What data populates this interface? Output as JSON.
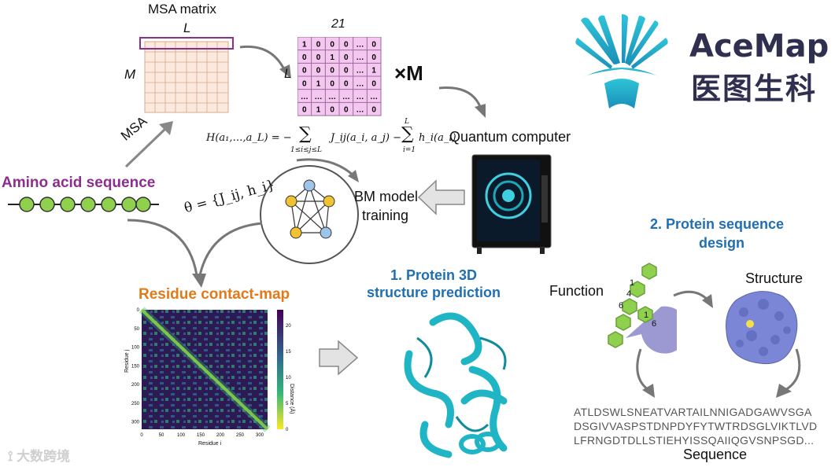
{
  "msa": {
    "matrix_label": "MSA matrix",
    "dim_L": "L",
    "dim_M": "M",
    "dim_21": "21",
    "row_label_L": "L",
    "times_M": "×M",
    "arrow_label": "MSA",
    "onehot_rows": [
      [
        "1",
        "0",
        "0",
        "0",
        "…",
        "0"
      ],
      [
        "0",
        "0",
        "1",
        "0",
        "…",
        "0"
      ],
      [
        "0",
        "0",
        "0",
        "0",
        "…",
        "1"
      ],
      [
        "0",
        "1",
        "0",
        "0",
        "…",
        "0"
      ],
      [
        "…",
        "…",
        "…",
        "…",
        "…",
        "…"
      ],
      [
        "0",
        "1",
        "0",
        "0",
        "…",
        "0"
      ]
    ]
  },
  "formula": {
    "lhs": "H(a₁,…,a_L) = −",
    "sum1_top": "",
    "sum1_bottom": "1≤i≤j≤L",
    "term1": "J_ij(a_i, a_j) −",
    "sum2_top": "L",
    "sum2_bottom": "i=1",
    "term2": "h_i(a_i)"
  },
  "quantum_label": "Quantum computer",
  "amino_label": "Amino acid sequence",
  "theta_label": "θ = {J_ij, h_i}",
  "bm_label_line1": "BM model",
  "bm_label_line2": "training",
  "contact_map": {
    "title": "Residue contact-map",
    "xlabel": "Residue i",
    "ylabel": "Residue j",
    "colorbar_label": "Distance (Å)",
    "x_ticks": [
      "0",
      "50",
      "100",
      "150",
      "200",
      "250",
      "300"
    ],
    "y_ticks": [
      "0",
      "50",
      "100",
      "150",
      "200",
      "250",
      "300"
    ],
    "cbar_ticks": [
      "0",
      "5",
      "10",
      "15",
      "20"
    ]
  },
  "task1_line1": "1. Protein 3D",
  "task1_line2": "structure prediction",
  "task2_line1": "2. Protein sequence",
  "task2_line2": "design",
  "function_label": "Function",
  "structure_label": "Structure",
  "sequence_label": "Sequence",
  "sequence_lines": [
    "ATLDSWLSNEATVARTAILNNIGADGAWVSGA",
    "DSGIVVASPSTDNPDYFYTWTRDSGLVIKTLVD",
    "LFRNGDTDLLSTIEHYISSQAIIQGVSNPSGD..."
  ],
  "function_numbers": [
    "1",
    "4",
    "6",
    "1",
    "6"
  ],
  "brand": {
    "name": "AceMap",
    "chinese": "医图生科"
  },
  "watermark": "大数跨境",
  "colors": {
    "purple": "#8b2f8f",
    "orange": "#e07a1a",
    "blue": "#1f6fb2",
    "teal": "#1fa7b8",
    "grid_fill": "#fbe9dd",
    "onehot_fill": "#f3c7ef",
    "bead": "#8fd14f"
  }
}
